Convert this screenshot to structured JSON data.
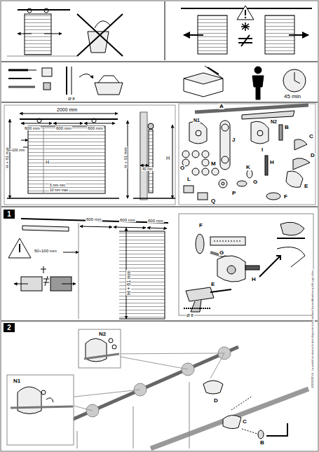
{
  "diagram": {
    "nodes": [
      {
        "text": [
          "1"
        ]
      },
      {
        "text": [
          "2"
        ]
      }
    ],
    "labels": [
      "45 min",
      "Ø 8",
      "2000 mm",
      "600 mm",
      "600 mm",
      "600 mm",
      "H + 61 mm",
      "50÷100 mm",
      "H",
      "5 mm min",
      "10 mm max",
      "40 mm",
      "H + 61 mm",
      "H",
      "A",
      "N1",
      "J",
      "N2",
      "B",
      "C",
      "O",
      "L",
      "K",
      "I",
      "H",
      "D",
      "M",
      "G",
      "P",
      "E",
      "F",
      "Q",
      "600 mm",
      "600 mm",
      "600 mm",
      "50÷100 mm",
      "H + 61 mm",
      "F",
      "G",
      "E",
      "H",
      "Ø 8",
      "N2",
      "N1",
      "D",
      "C",
      "B",
      "43201028 V4 - La société se réserve le droit d'apporter à tout moment les modifications qu'elle juge utiles"
    ]
  }
}
